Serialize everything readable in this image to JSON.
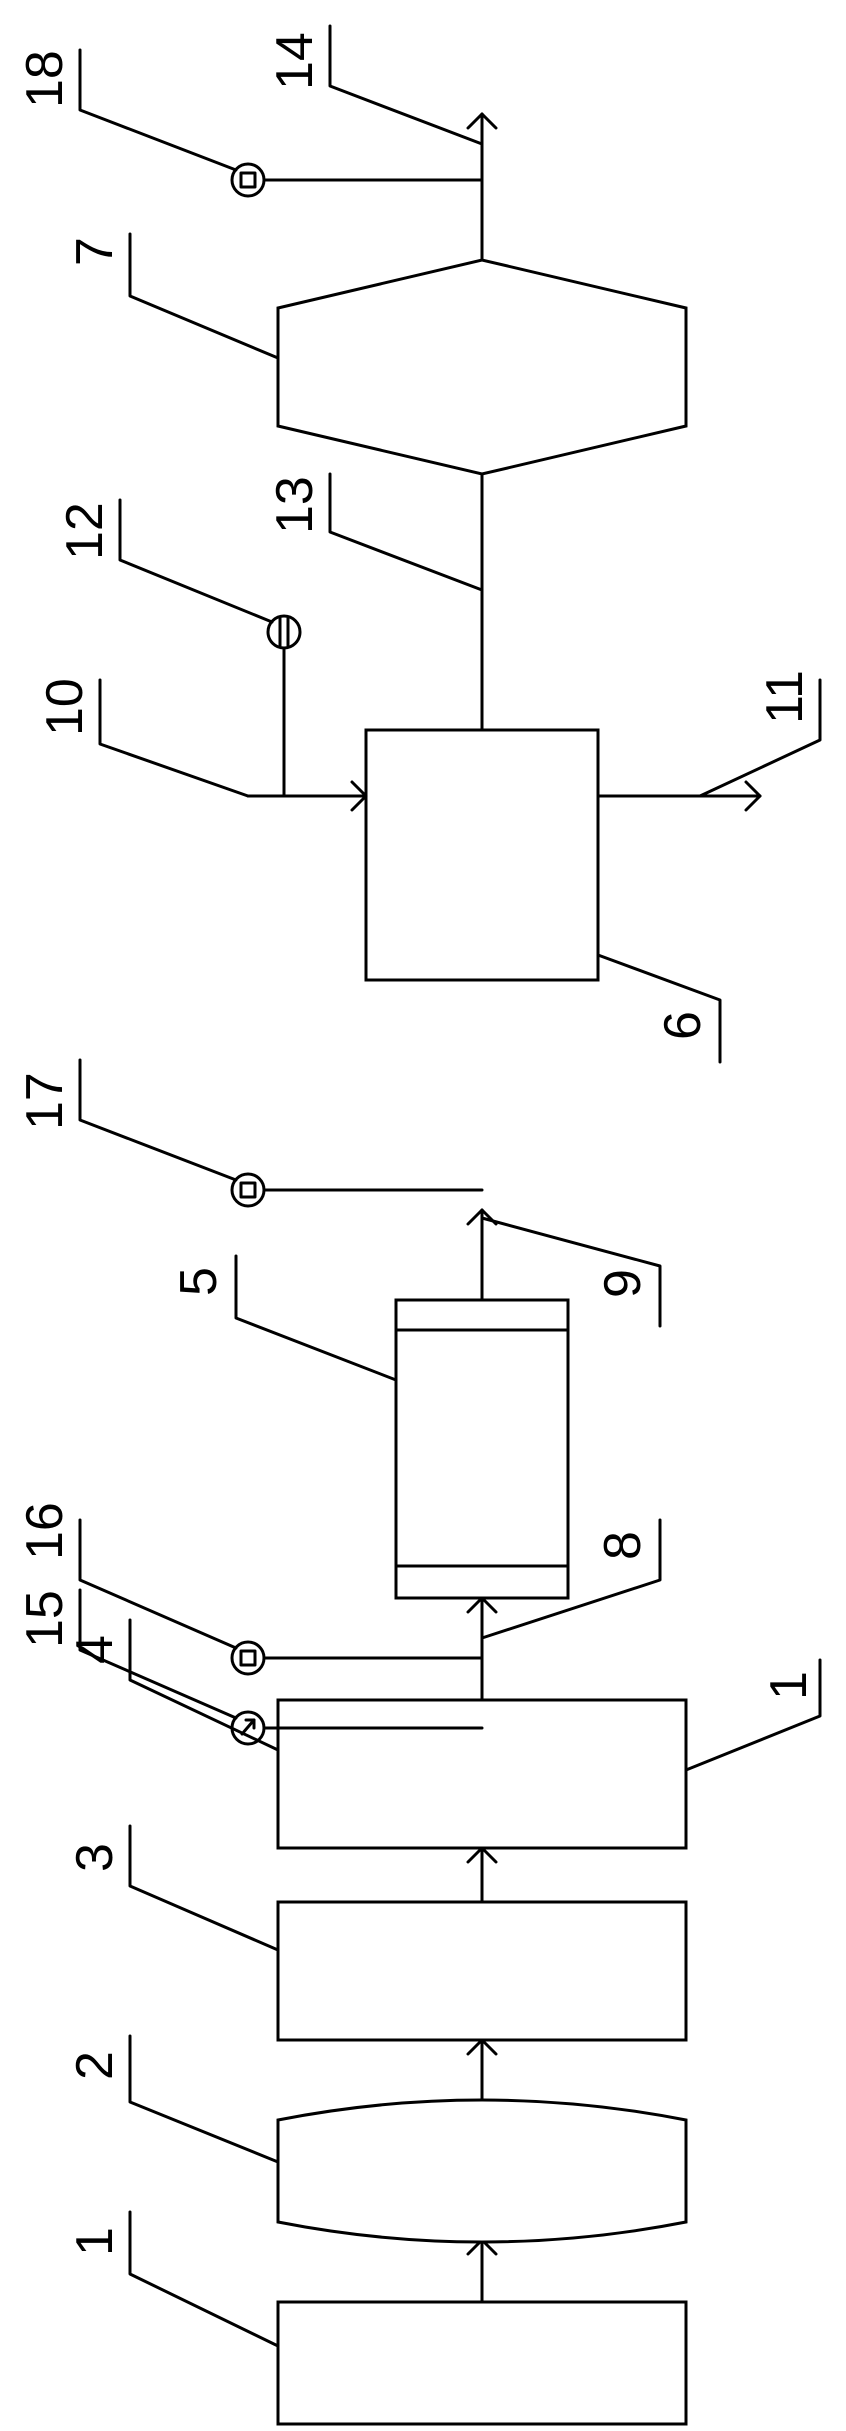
{
  "diagram": {
    "labels": [
      {
        "id": "1a",
        "text": "1"
      },
      {
        "id": "2",
        "text": "2"
      },
      {
        "id": "3",
        "text": "3"
      },
      {
        "id": "4",
        "text": "4"
      },
      {
        "id": "1b",
        "text": "1"
      },
      {
        "id": "15",
        "text": "15"
      },
      {
        "id": "16",
        "text": "16"
      },
      {
        "id": "8",
        "text": "8"
      },
      {
        "id": "5",
        "text": "5"
      },
      {
        "id": "9",
        "text": "9"
      },
      {
        "id": "17",
        "text": "17"
      },
      {
        "id": "6",
        "text": "6"
      },
      {
        "id": "10",
        "text": "10"
      },
      {
        "id": "12",
        "text": "12"
      },
      {
        "id": "11",
        "text": "11"
      },
      {
        "id": "13",
        "text": "13"
      },
      {
        "id": "7",
        "text": "7"
      },
      {
        "id": "18",
        "text": "18"
      },
      {
        "id": "14",
        "text": "14"
      }
    ]
  }
}
